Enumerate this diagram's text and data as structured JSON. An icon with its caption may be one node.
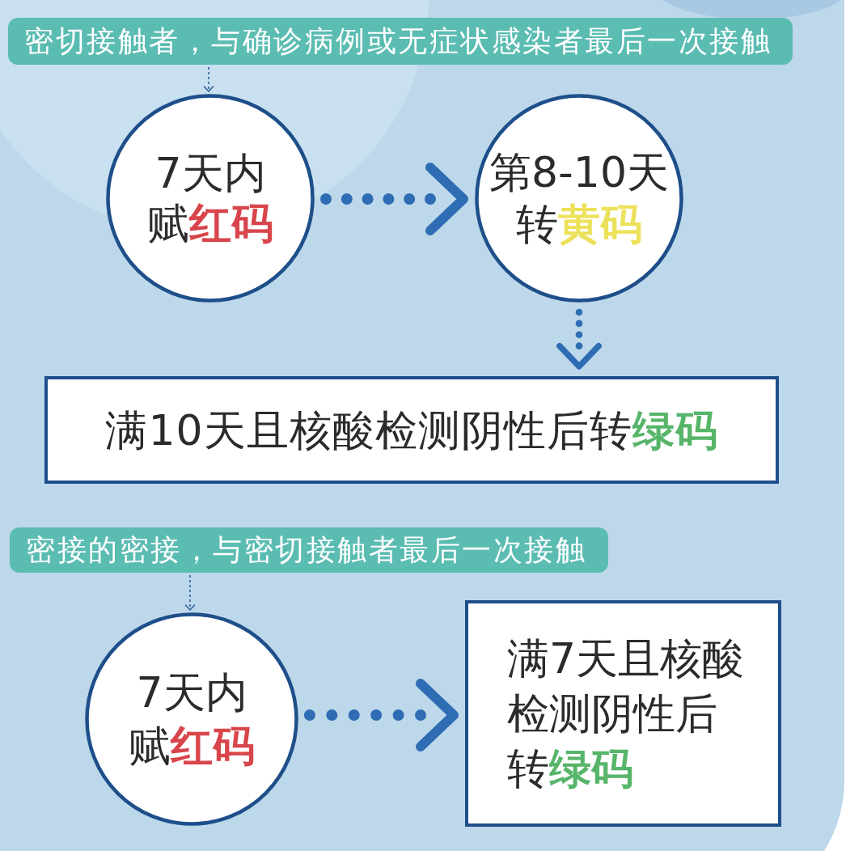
{
  "diagram": {
    "nodes": [
      {
        "text": [
          "密切接触者，与确诊病例或无症状感染者最后一次接触"
        ]
      },
      {
        "text": [
          "7天内赋**红码**"
        ]
      },
      {
        "text": [
          "第8-10天转**黄码**"
        ]
      },
      {
        "text": [
          "满10天且核酸检测阴性后转**绿码**"
        ]
      },
      {
        "text": [
          "密接的密接，与密切接触者最后一次接触"
        ]
      },
      {
        "text": [
          "7天内赋**红码**"
        ]
      },
      {
        "text": [
          "满7天且核酸检测阴性后转**绿码**"
        ]
      }
    ],
    "edges": [
      {
        "from": 0,
        "to": 1,
        "arrow": "to",
        "style": "dashed"
      },
      {
        "from": 1,
        "to": 2,
        "arrow": "to",
        "style": "dashed"
      },
      {
        "from": 2,
        "to": 3,
        "arrow": "to",
        "style": "dashed"
      },
      {
        "from": 4,
        "to": 5,
        "arrow": "to",
        "style": "dashed"
      },
      {
        "from": 5,
        "to": 6,
        "arrow": "to",
        "style": "dashed"
      }
    ]
  }
}
